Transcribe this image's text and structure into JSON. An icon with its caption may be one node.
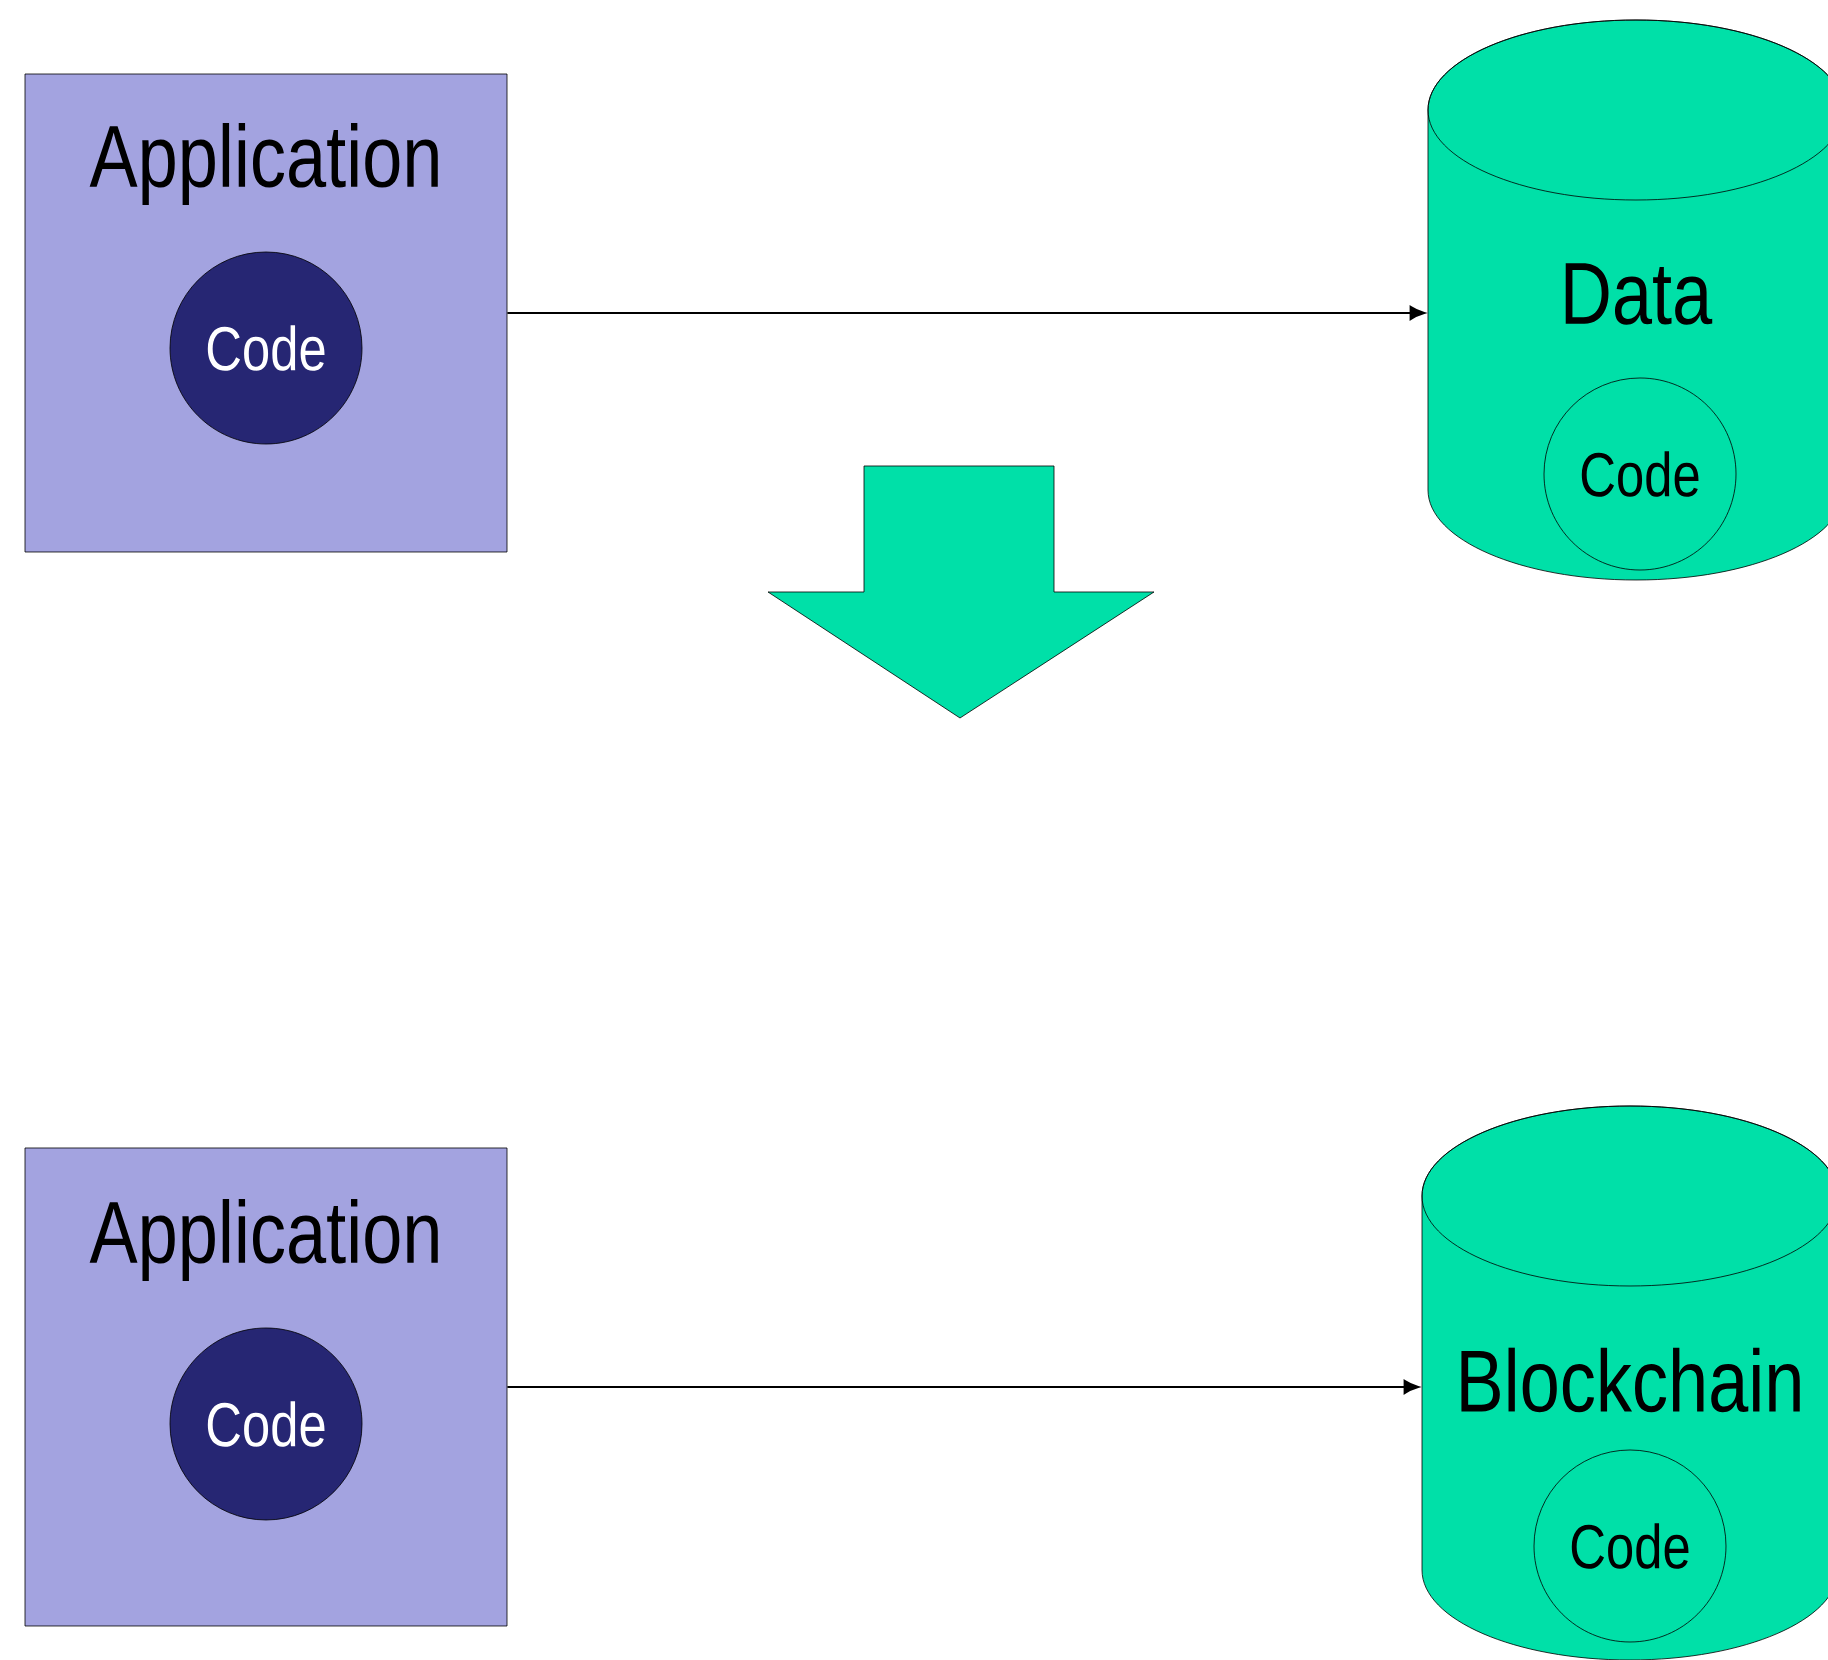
{
  "diagram": {
    "nodes": [
      {
        "text": [
          "Application"
        ]
      },
      {
        "text": [
          "Code"
        ],
        "in": 0
      },
      {
        "text": [
          "Data"
        ]
      },
      {
        "text": [
          "Code"
        ],
        "in": 2
      },
      {
        "text": [
          "Application"
        ]
      },
      {
        "text": [
          "Code"
        ],
        "in": 4
      },
      {
        "text": [
          "Blockchain"
        ]
      },
      {
        "text": [
          "Code"
        ],
        "in": 6
      }
    ],
    "edges": [
      {
        "from": 0,
        "to": 2,
        "arrow": "to"
      },
      {
        "from": 4,
        "to": 6,
        "arrow": "to"
      }
    ]
  }
}
